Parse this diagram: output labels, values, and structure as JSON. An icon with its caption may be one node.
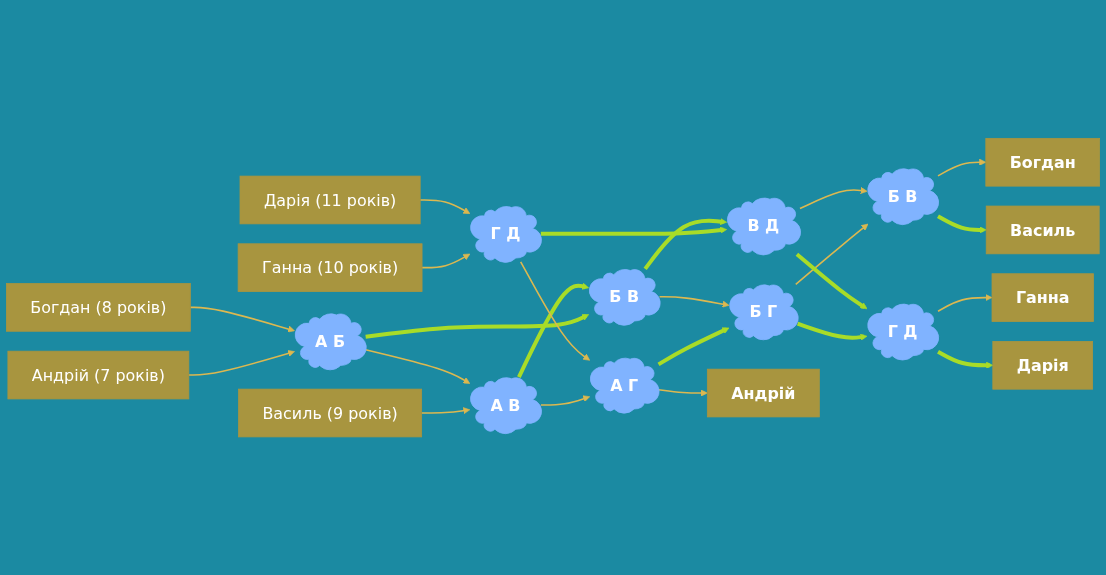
{
  "diagram": {
    "nodes": [
      {
        "text": [
          "Андрій (7 років)"
        ]
      },
      {
        "text": [
          "Богдан (8 років)"
        ]
      },
      {
        "text": [
          "Василь (9 років)"
        ]
      },
      {
        "text": [
          "Ганна (10 років)"
        ]
      },
      {
        "text": [
          "Дарія (11 років)"
        ]
      },
      {
        "text": [
          "А Б"
        ]
      },
      {
        "text": [
          "А В"
        ]
      },
      {
        "text": [
          "А Г"
        ]
      },
      {
        "text": [
          "Б В"
        ]
      },
      {
        "text": [
          "Б В"
        ]
      },
      {
        "text": [
          "Б Г"
        ]
      },
      {
        "text": [
          "Г Д"
        ]
      },
      {
        "text": [
          "В Д"
        ]
      },
      {
        "text": [
          "Г Д"
        ]
      },
      {
        "text": [
          "Богдан"
        ]
      },
      {
        "text": [
          "Ганна"
        ]
      },
      {
        "text": [
          "Василь"
        ]
      },
      {
        "text": [
          "Андрій"
        ]
      },
      {
        "text": [
          "Дарія"
        ]
      }
    ],
    "edges": [
      {
        "from": 0,
        "to": 5,
        "arrow": "to"
      },
      {
        "from": 1,
        "to": 5,
        "arrow": "to"
      },
      {
        "from": 2,
        "to": 6,
        "arrow": "to"
      },
      {
        "from": 3,
        "to": 11,
        "arrow": "to"
      },
      {
        "from": 4,
        "to": 11,
        "arrow": "to"
      },
      {
        "from": 5,
        "to": 6,
        "arrow": "to"
      },
      {
        "from": 5,
        "to": 9,
        "arrow": "to",
        "style": "thick",
        "color": "#a8dc28"
      },
      {
        "from": 6,
        "to": 7,
        "arrow": "to"
      },
      {
        "from": 6,
        "to": 9,
        "arrow": "to",
        "style": "thick",
        "color": "#a8dc28"
      },
      {
        "from": 11,
        "to": 7,
        "arrow": "to"
      },
      {
        "from": 11,
        "to": 12,
        "arrow": "to",
        "style": "thick",
        "color": "#a8dc28"
      },
      {
        "from": 7,
        "to": 10,
        "arrow": "to",
        "style": "thick",
        "color": "#a8dc28"
      },
      {
        "from": 7,
        "to": 17,
        "arrow": "to"
      },
      {
        "from": 9,
        "to": 10,
        "arrow": "to"
      },
      {
        "from": 9,
        "to": 12,
        "arrow": "to",
        "style": "thick",
        "color": "#a8dc28"
      },
      {
        "from": 10,
        "to": 8,
        "arrow": "to"
      },
      {
        "from": 10,
        "to": 13,
        "arrow": "to",
        "style": "thick",
        "color": "#a8dc28"
      },
      {
        "from": 12,
        "to": 8,
        "arrow": "to"
      },
      {
        "from": 12,
        "to": 13,
        "arrow": "to",
        "style": "thick",
        "color": "#a8dc28"
      },
      {
        "from": 8,
        "to": 14,
        "arrow": "to"
      },
      {
        "from": 8,
        "to": 16,
        "arrow": "to",
        "style": "thick",
        "color": "#a8dc28"
      },
      {
        "from": 13,
        "to": 15,
        "arrow": "to"
      },
      {
        "from": 13,
        "to": 18,
        "arrow": "to",
        "style": "thick",
        "color": "#a8dc28"
      }
    ]
  }
}
